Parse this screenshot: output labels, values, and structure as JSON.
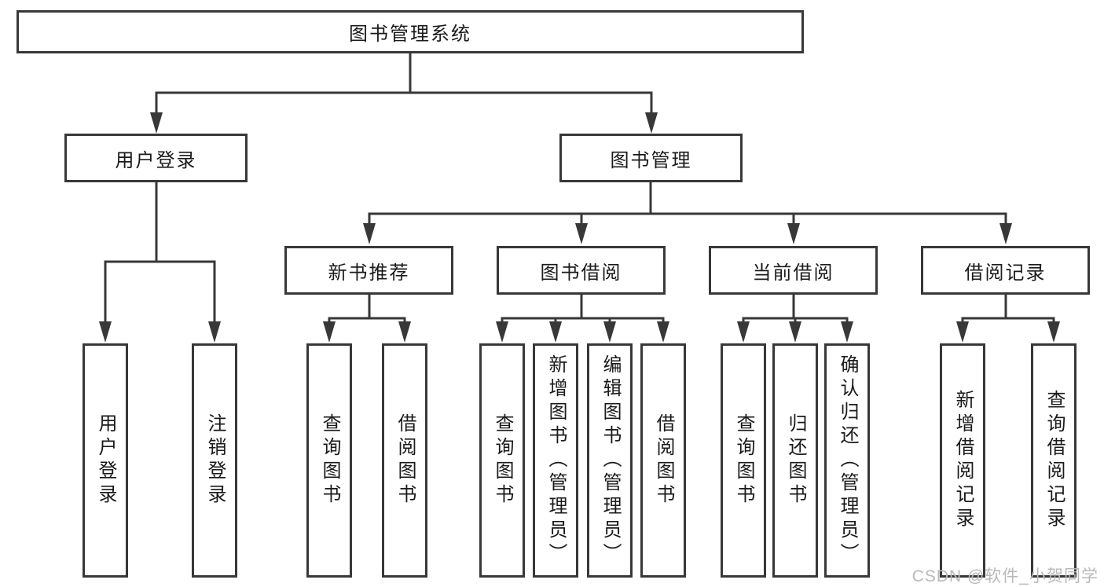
{
  "diagram": {
    "root": {
      "label": "图书管理系统"
    },
    "branches": [
      {
        "label": "用户登录",
        "children": [
          {
            "label": "用户登录"
          },
          {
            "label": "注销登录"
          }
        ]
      },
      {
        "label": "图书管理",
        "children": [
          {
            "label": "新书推荐",
            "children": [
              {
                "label": "查询图书"
              },
              {
                "label": "借阅图书"
              }
            ]
          },
          {
            "label": "图书借阅",
            "children": [
              {
                "label": "查询图书"
              },
              {
                "label": "新增图书（管理员）"
              },
              {
                "label": "编辑图书（管理员）"
              },
              {
                "label": "借阅图书"
              }
            ]
          },
          {
            "label": "当前借阅",
            "children": [
              {
                "label": "查询图书"
              },
              {
                "label": "归还图书"
              },
              {
                "label": "确认归还（管理员）"
              }
            ]
          },
          {
            "label": "借阅记录",
            "children": [
              {
                "label": "新增借阅记录"
              },
              {
                "label": "查询借阅记录"
              }
            ]
          }
        ]
      }
    ]
  },
  "watermark": {
    "text": "CSDN @软件_小贺同学",
    "color": "#b9b9b9"
  },
  "colors": {
    "line": "#383838",
    "text": "#1a1a1a",
    "background": "#ffffff"
  }
}
